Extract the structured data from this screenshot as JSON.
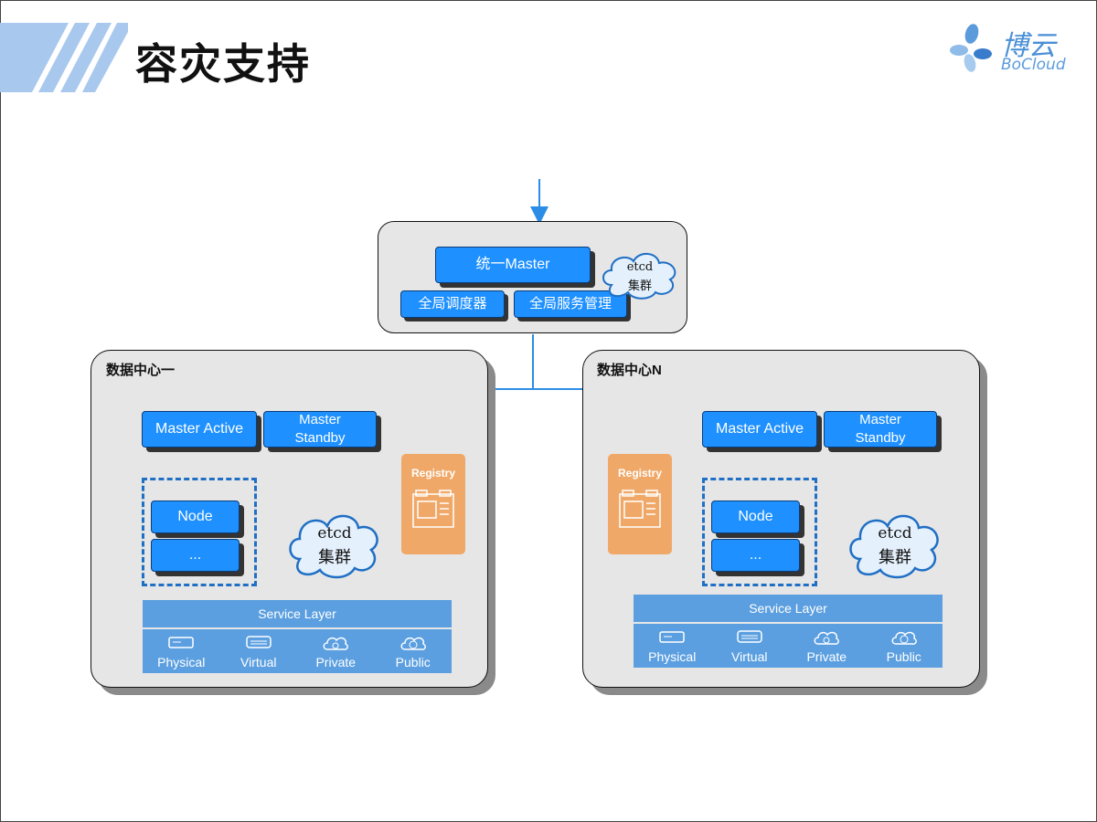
{
  "page": {
    "title": "容灾支持",
    "logo": {
      "cn": "博云",
      "en": "BoCloud"
    }
  },
  "top": {
    "master": "统一Master",
    "scheduler": "全局调度器",
    "service_mgmt": "全局服务管理",
    "etcd_line1": "etcd",
    "etcd_line2": "集群"
  },
  "dc1": {
    "label": "数据中心一",
    "master_active": "Master Active",
    "master_standby_1": "Master",
    "master_standby_2": "Standby",
    "node": "Node",
    "more": "...",
    "etcd_line1": "etcd",
    "etcd_line2": "集群",
    "registry": "Registry",
    "service_layer": "Service Layer",
    "items": [
      "Physical",
      "Virtual",
      "Private",
      "Public"
    ]
  },
  "dcn": {
    "label": "数据中心N",
    "master_active": "Master Active",
    "master_standby_1": "Master",
    "master_standby_2": "Standby",
    "node": "Node",
    "more": "...",
    "etcd_line1": "etcd",
    "etcd_line2": "集群",
    "registry": "Registry",
    "service_layer": "Service Layer",
    "items": [
      "Physical",
      "Virtual",
      "Private",
      "Public"
    ]
  },
  "colors": {
    "accent": "#1e90ff",
    "arrow": "#2b8de6",
    "registry": "#f0a868",
    "service": "#5b9fe0"
  }
}
